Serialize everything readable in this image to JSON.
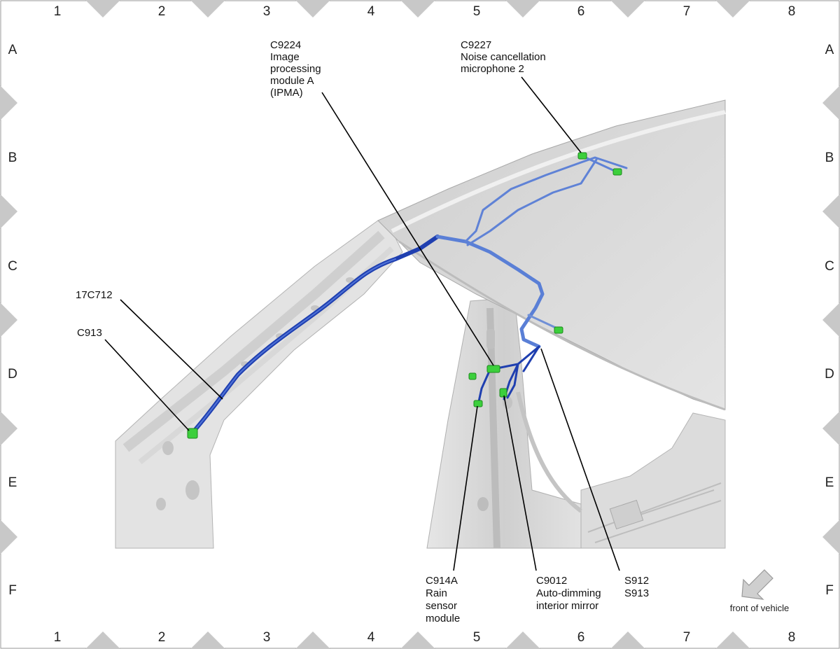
{
  "grid": {
    "columns": [
      "1",
      "2",
      "3",
      "4",
      "5",
      "6",
      "7",
      "8"
    ],
    "rows": [
      "A",
      "B",
      "C",
      "D",
      "E",
      "F"
    ]
  },
  "callouts": {
    "c9224": [
      "C9224",
      "Image",
      "processing",
      "module A",
      "(IPMA)"
    ],
    "c9227": [
      "C9227",
      "Noise cancellation",
      "microphone 2"
    ],
    "c17c712": [
      "17C712"
    ],
    "c913": [
      "C913"
    ],
    "c914a": [
      "C914A",
      "Rain",
      "sensor",
      "module"
    ],
    "c9012": [
      "C9012",
      "Auto-dimming",
      "interior mirror"
    ],
    "s912": [
      "S912",
      "S913"
    ]
  },
  "orientation": {
    "label": "front of vehicle",
    "icon": "arrow-down-left-icon"
  },
  "colors": {
    "harness": "#2a4fc0",
    "harness_light": "#6f8fd6",
    "connector": "#3ccf3c",
    "body_panel": "#d9d9d9",
    "frame_marker": "#c8c8c8"
  }
}
